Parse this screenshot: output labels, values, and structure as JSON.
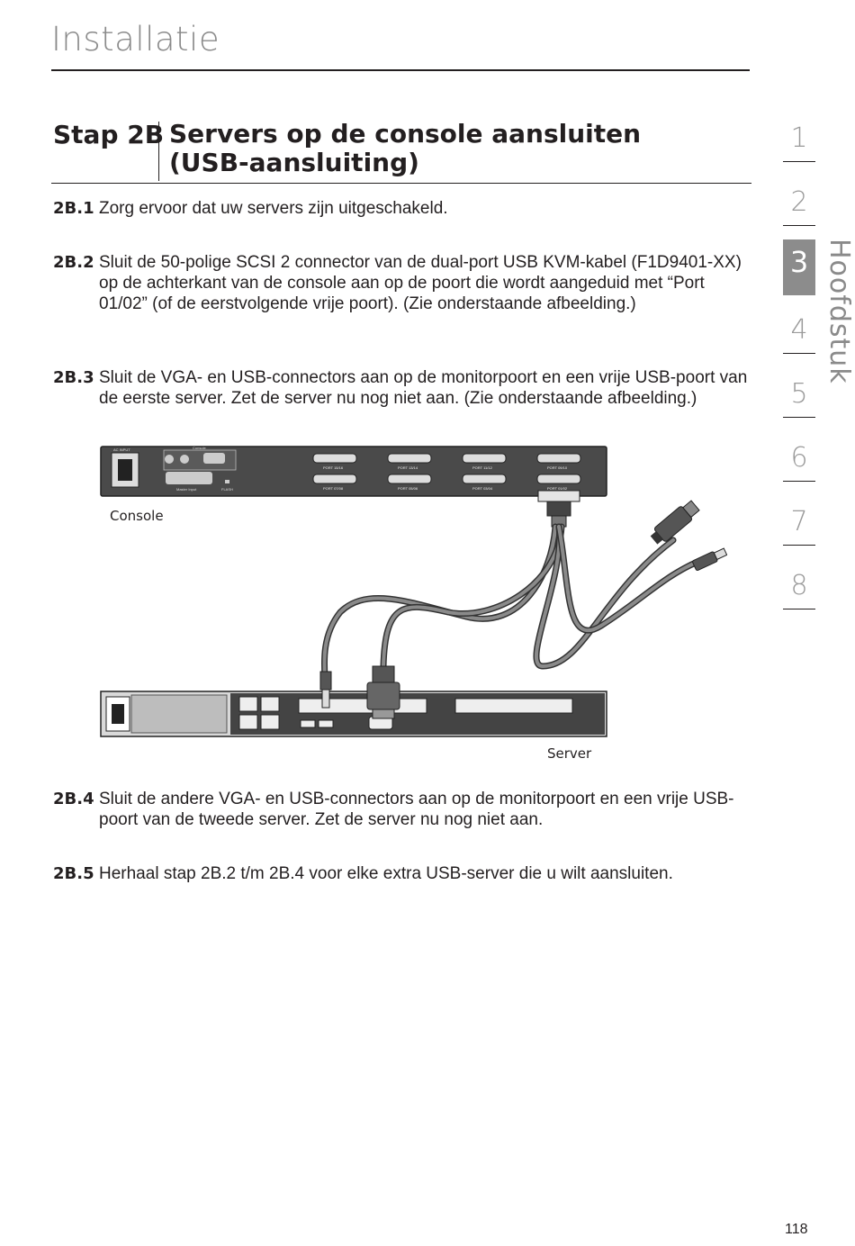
{
  "header": {
    "title": "Installatie"
  },
  "step": {
    "label": "Stap 2B",
    "title_line1": "Servers op de console aansluiten",
    "title_line2": "(USB-aansluiting)"
  },
  "items": [
    {
      "num": "2B.1",
      "text": "Zorg ervoor dat uw servers zijn uitgeschakeld."
    },
    {
      "num": "2B.2",
      "text": "Sluit de 50-polige SCSI 2 connector van de dual-port USB KVM-kabel (F1D9401-XX) op de achterkant van de console aan op de poort die wordt aangeduid met “Port 01/02” (of de eerstvolgende vrije poort). (Zie onderstaande afbeelding.)"
    },
    {
      "num": "2B.3",
      "text": "Sluit de VGA- en USB-connectors aan op de monitorpoort en een vrije USB-poort van de eerste server. Zet de server nu nog niet aan. (Zie onderstaande afbeelding.)"
    },
    {
      "num": "2B.4",
      "text": "Sluit de andere VGA- en USB-connectors aan op de monitorpoort en een vrije USB-poort van de tweede server. Zet de server nu nog niet aan."
    },
    {
      "num": "2B.5",
      "text": "Herhaal stap 2B.2 t/m 2B.4 voor elke extra USB-server die u wilt aansluiten."
    }
  ],
  "figure": {
    "console_caption": "Console",
    "server_caption": "Server",
    "console_labels": {
      "ac_input": "AC INPUT",
      "console": "Console",
      "master_input": "Master Input",
      "flash": "FLASH",
      "ports_top": [
        "PORT 15/16",
        "PORT 13/14",
        "PORT 11/12",
        "PORT 09/10"
      ],
      "ports_bottom": [
        "PORT 07/08",
        "PORT 05/06",
        "PORT 03/04",
        "PORT 01/02"
      ]
    }
  },
  "sidebar": {
    "chapters": [
      "1",
      "2",
      "3",
      "4",
      "5",
      "6",
      "7",
      "8"
    ],
    "active": "3",
    "vertical_label": "Hoofdstuk"
  },
  "page_number": "118"
}
